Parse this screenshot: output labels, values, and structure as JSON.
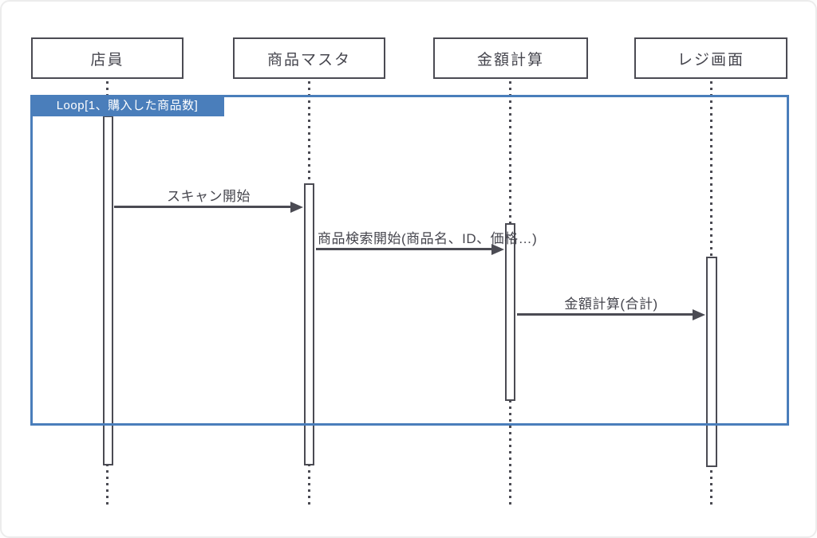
{
  "diagram": {
    "type": "sequence-diagram",
    "loop": {
      "label": "Loop[1、購入した商品数]"
    },
    "actors": [
      {
        "id": "clerk",
        "label": "店員"
      },
      {
        "id": "product-master",
        "label": "商品マスタ"
      },
      {
        "id": "price-calc",
        "label": "金額計算"
      },
      {
        "id": "register-screen",
        "label": "レジ画面"
      }
    ],
    "messages": [
      {
        "from": "店員",
        "to": "商品マスタ",
        "label": "スキャン開始"
      },
      {
        "from": "商品マスタ",
        "to": "金額計算",
        "label": "商品検索開始(商品名、ID、価格…)"
      },
      {
        "from": "金額計算",
        "to": "レジ画面",
        "label": "金額計算(合計)"
      }
    ]
  },
  "colors": {
    "frame_blue": "#4a7ebb",
    "stroke_dark": "#4b4b53",
    "text_dark": "#46464e",
    "background": "#ffffff"
  }
}
